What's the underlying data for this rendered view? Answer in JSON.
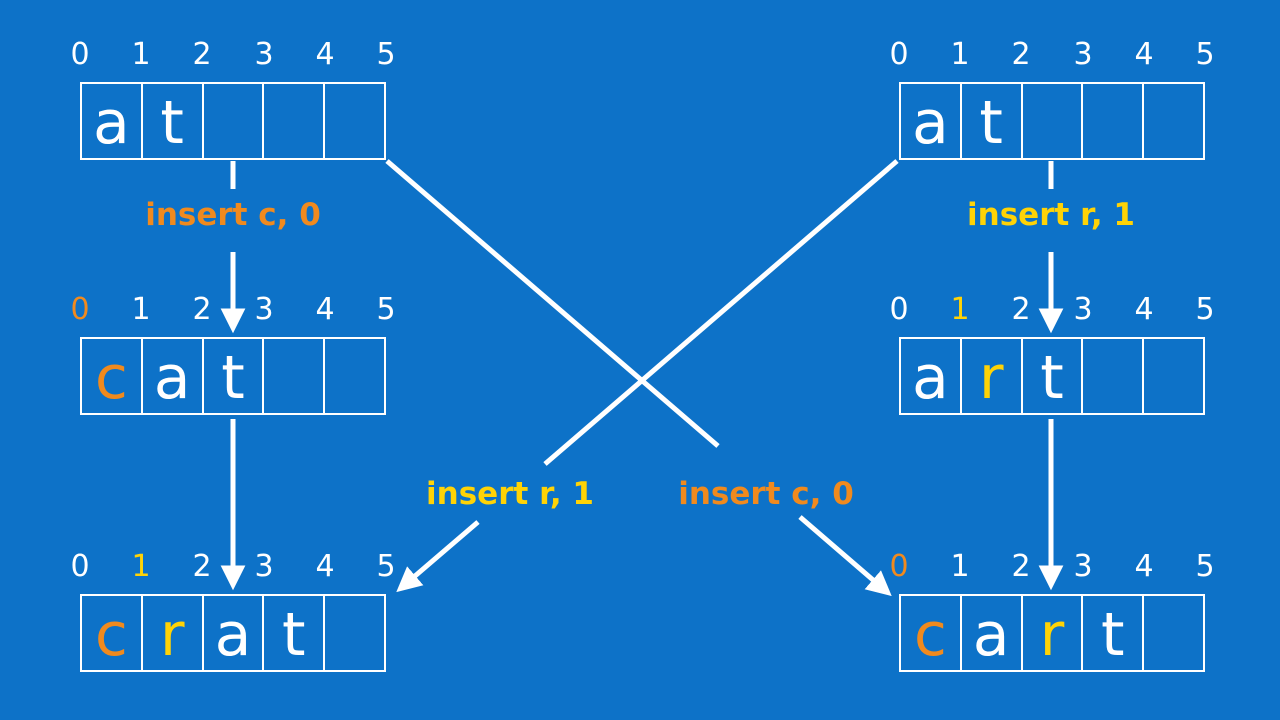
{
  "palette": {
    "background": "#0D72C8",
    "stroke": "#FFFFFF",
    "white": "#FFFFFF",
    "orange": "#F08A1E",
    "yellow": "#FFD306"
  },
  "arrays": {
    "top_left": {
      "indices": [
        {
          "t": "0",
          "c": "#FFFFFF"
        },
        {
          "t": "1",
          "c": "#FFFFFF"
        },
        {
          "t": "2",
          "c": "#FFFFFF"
        },
        {
          "t": "3",
          "c": "#FFFFFF"
        },
        {
          "t": "4",
          "c": "#FFFFFF"
        },
        {
          "t": "5",
          "c": "#FFFFFF"
        }
      ],
      "cells": [
        {
          "t": "a",
          "c": "#FFFFFF"
        },
        {
          "t": "t",
          "c": "#FFFFFF"
        },
        {
          "t": "",
          "c": "#FFFFFF"
        },
        {
          "t": "",
          "c": "#FFFFFF"
        },
        {
          "t": "",
          "c": "#FFFFFF"
        }
      ]
    },
    "top_right": {
      "indices": [
        {
          "t": "0",
          "c": "#FFFFFF"
        },
        {
          "t": "1",
          "c": "#FFFFFF"
        },
        {
          "t": "2",
          "c": "#FFFFFF"
        },
        {
          "t": "3",
          "c": "#FFFFFF"
        },
        {
          "t": "4",
          "c": "#FFFFFF"
        },
        {
          "t": "5",
          "c": "#FFFFFF"
        }
      ],
      "cells": [
        {
          "t": "a",
          "c": "#FFFFFF"
        },
        {
          "t": "t",
          "c": "#FFFFFF"
        },
        {
          "t": "",
          "c": "#FFFFFF"
        },
        {
          "t": "",
          "c": "#FFFFFF"
        },
        {
          "t": "",
          "c": "#FFFFFF"
        }
      ]
    },
    "middle_left": {
      "indices": [
        {
          "t": "0",
          "c": "#F08A1E"
        },
        {
          "t": "1",
          "c": "#FFFFFF"
        },
        {
          "t": "2",
          "c": "#FFFFFF"
        },
        {
          "t": "3",
          "c": "#FFFFFF"
        },
        {
          "t": "4",
          "c": "#FFFFFF"
        },
        {
          "t": "5",
          "c": "#FFFFFF"
        }
      ],
      "cells": [
        {
          "t": "c",
          "c": "#F08A1E"
        },
        {
          "t": "a",
          "c": "#FFFFFF"
        },
        {
          "t": "t",
          "c": "#FFFFFF"
        },
        {
          "t": "",
          "c": "#FFFFFF"
        },
        {
          "t": "",
          "c": "#FFFFFF"
        }
      ]
    },
    "middle_right": {
      "indices": [
        {
          "t": "0",
          "c": "#FFFFFF"
        },
        {
          "t": "1",
          "c": "#FFD306"
        },
        {
          "t": "2",
          "c": "#FFFFFF"
        },
        {
          "t": "3",
          "c": "#FFFFFF"
        },
        {
          "t": "4",
          "c": "#FFFFFF"
        },
        {
          "t": "5",
          "c": "#FFFFFF"
        }
      ],
      "cells": [
        {
          "t": "a",
          "c": "#FFFFFF"
        },
        {
          "t": "r",
          "c": "#FFD306"
        },
        {
          "t": "t",
          "c": "#FFFFFF"
        },
        {
          "t": "",
          "c": "#FFFFFF"
        },
        {
          "t": "",
          "c": "#FFFFFF"
        }
      ]
    },
    "bottom_left": {
      "indices": [
        {
          "t": "0",
          "c": "#FFFFFF"
        },
        {
          "t": "1",
          "c": "#FFD306"
        },
        {
          "t": "2",
          "c": "#FFFFFF"
        },
        {
          "t": "3",
          "c": "#FFFFFF"
        },
        {
          "t": "4",
          "c": "#FFFFFF"
        },
        {
          "t": "5",
          "c": "#FFFFFF"
        }
      ],
      "cells": [
        {
          "t": "c",
          "c": "#F08A1E"
        },
        {
          "t": "r",
          "c": "#FFD306"
        },
        {
          "t": "a",
          "c": "#FFFFFF"
        },
        {
          "t": "t",
          "c": "#FFFFFF"
        },
        {
          "t": "",
          "c": "#FFFFFF"
        }
      ]
    },
    "bottom_right": {
      "indices": [
        {
          "t": "0",
          "c": "#F08A1E"
        },
        {
          "t": "1",
          "c": "#FFFFFF"
        },
        {
          "t": "2",
          "c": "#FFFFFF"
        },
        {
          "t": "3",
          "c": "#FFFFFF"
        },
        {
          "t": "4",
          "c": "#FFFFFF"
        },
        {
          "t": "5",
          "c": "#FFFFFF"
        }
      ],
      "cells": [
        {
          "t": "c",
          "c": "#F08A1E"
        },
        {
          "t": "a",
          "c": "#FFFFFF"
        },
        {
          "t": "r",
          "c": "#FFD306"
        },
        {
          "t": "t",
          "c": "#FFFFFF"
        },
        {
          "t": "",
          "c": "#FFFFFF"
        }
      ]
    }
  },
  "labels": {
    "left_step1": {
      "text": "insert c, 0",
      "color": "#F08A1E"
    },
    "right_step1": {
      "text": "insert r, 1",
      "color": "#FFD306"
    },
    "cross_to_bottom_left": {
      "text": "insert r, 1",
      "color": "#FFD306"
    },
    "cross_to_bottom_right": {
      "text": "insert c, 0",
      "color": "#F08A1E"
    }
  }
}
